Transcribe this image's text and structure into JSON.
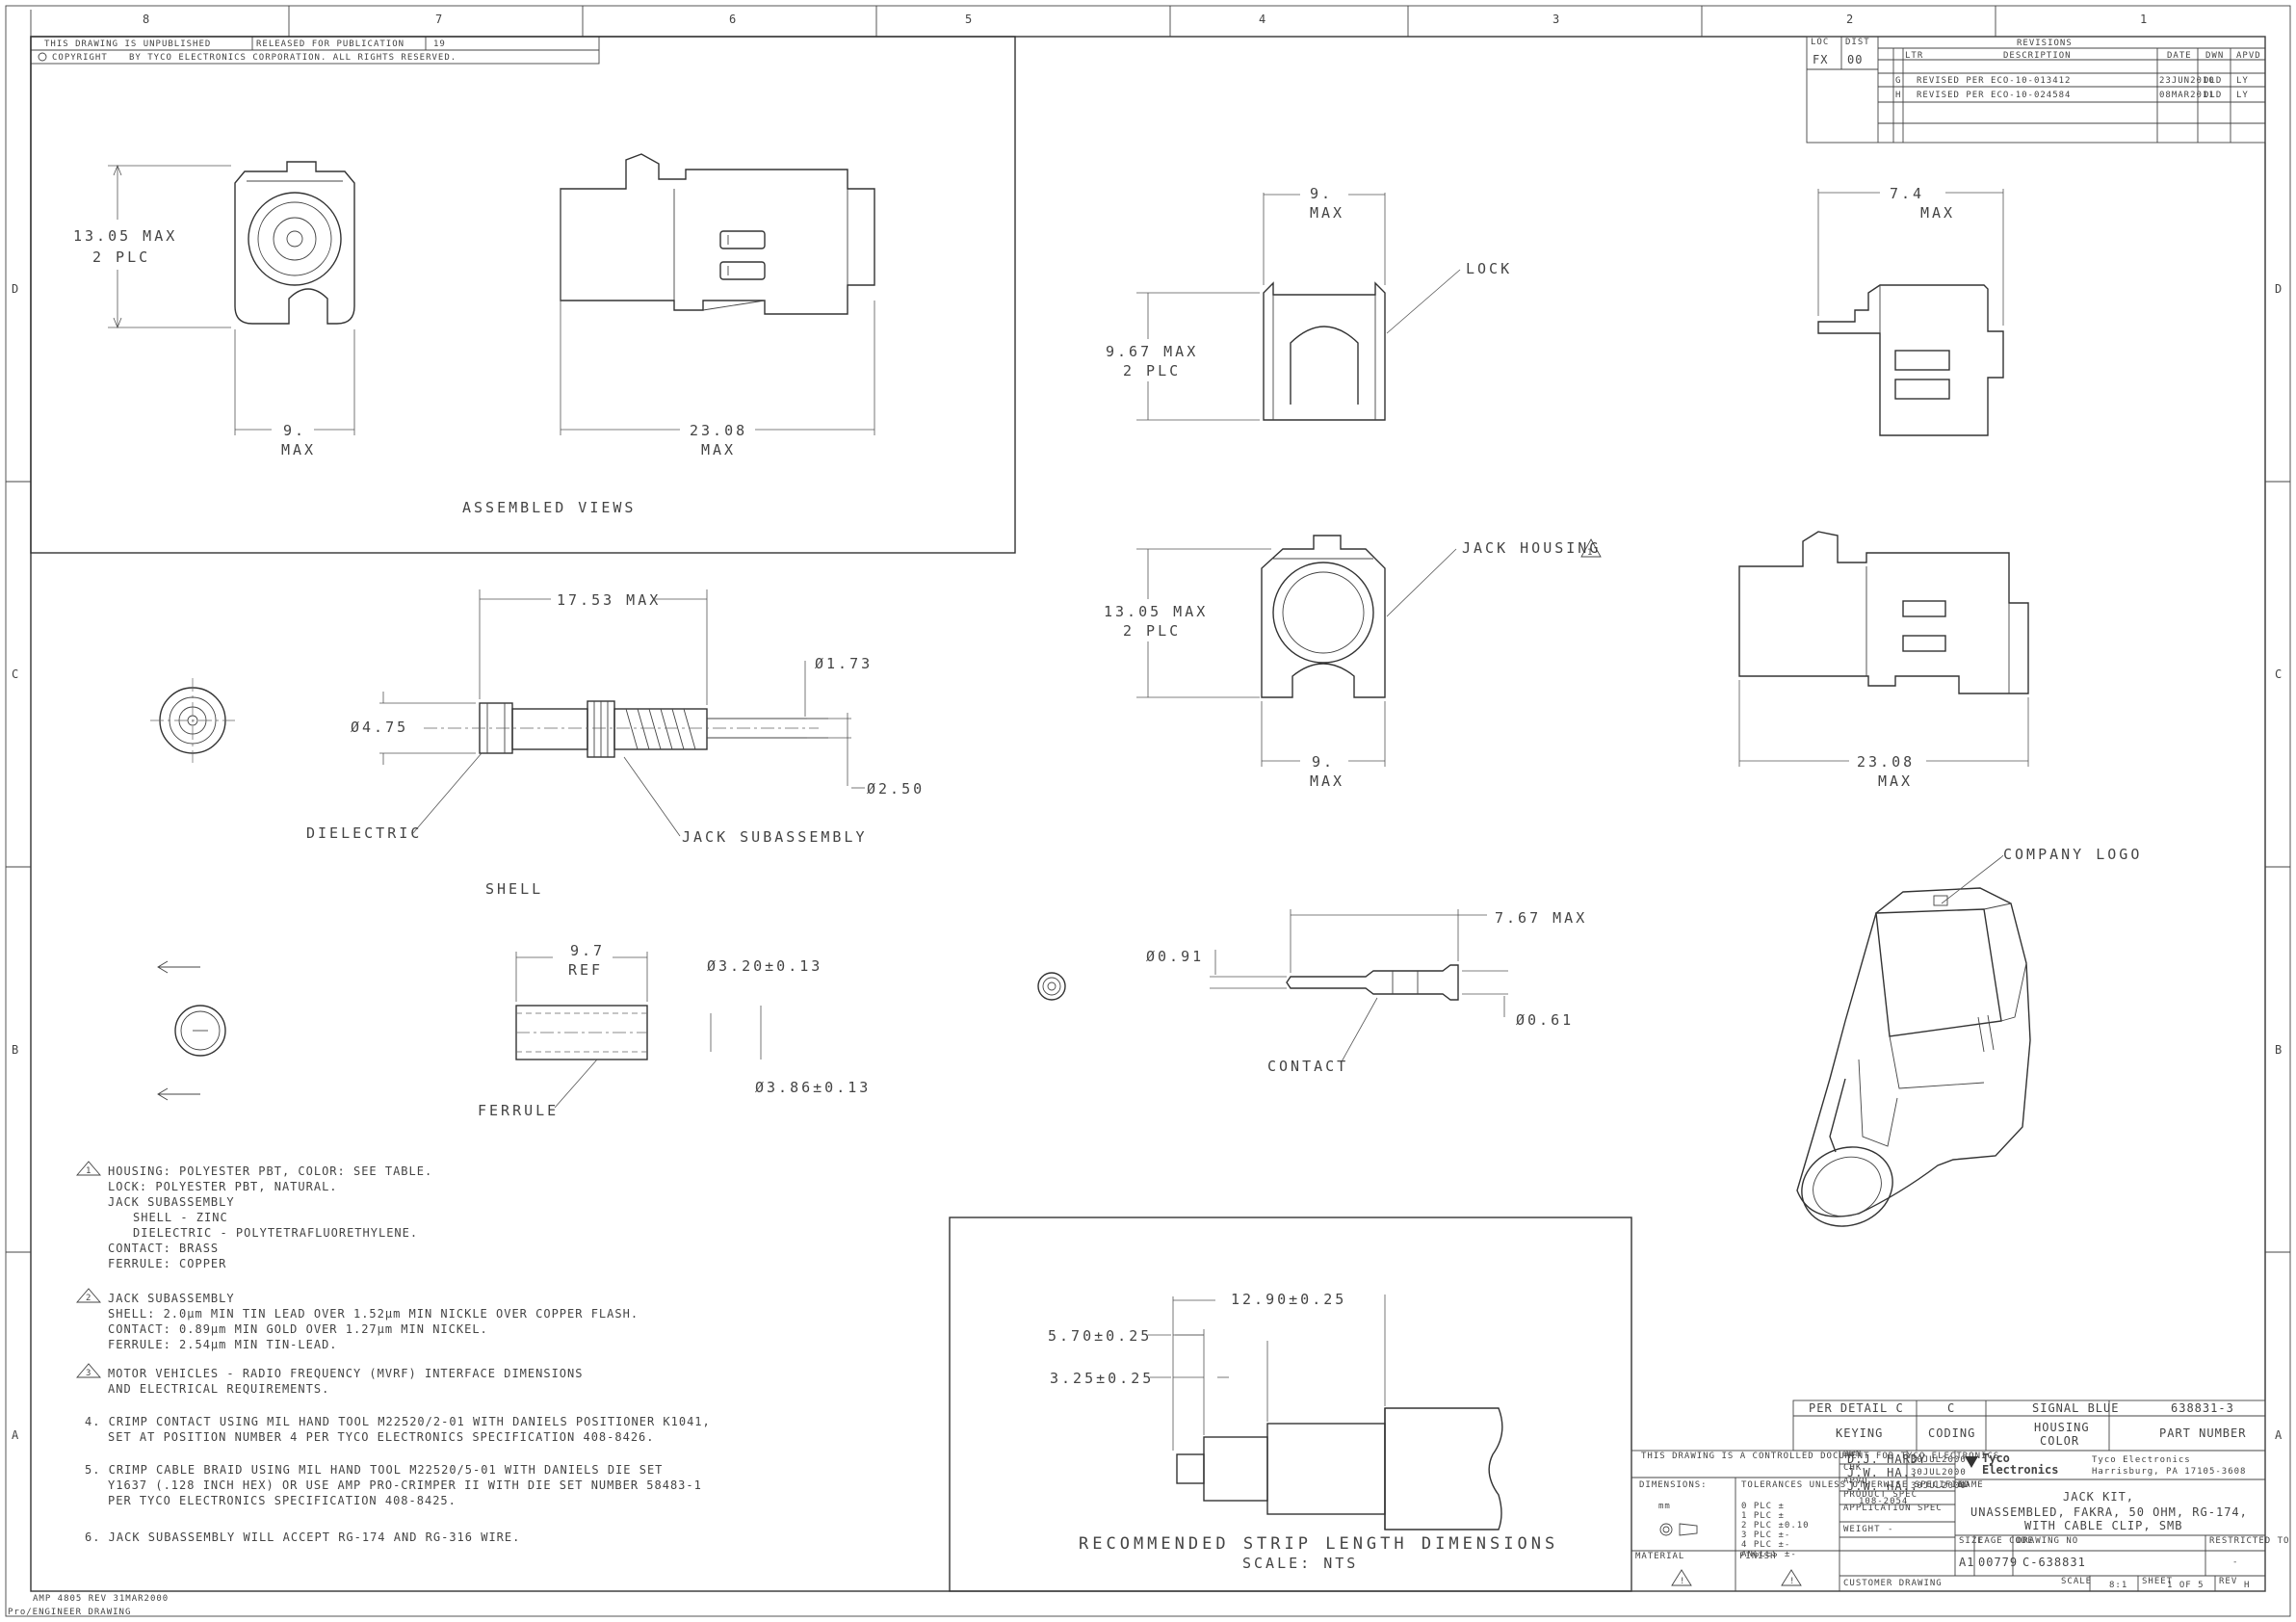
{
  "zones_top": [
    "8",
    "7",
    "6",
    "5",
    "4",
    "3",
    "2",
    "1"
  ],
  "zones_side": [
    "D",
    "C",
    "B",
    "A"
  ],
  "top_left_block": {
    "row1_a": "THIS DRAWING IS UNPUBLISHED",
    "row1_b": "RELEASED FOR PUBLICATION",
    "row1_c": "19",
    "row2_a": "COPYRIGHT",
    "row2_b": "BY TYCO ELECTRONICS CORPORATION. ALL RIGHTS RESERVED."
  },
  "revisions": {
    "title": "REVISIONS",
    "loc_label": "LOC",
    "loc_value": "FX",
    "dist_label": "DIST",
    "dist_value": "00",
    "headers": [
      "LTR",
      "DESCRIPTION",
      "DATE",
      "DWN",
      "APVD"
    ],
    "rows": [
      [
        "G",
        "REVISED PER ECO-10-013412",
        "23JUN2010",
        "DLD",
        "LY"
      ],
      [
        "H",
        "REVISED PER ECO-10-024584",
        "08MAR2011",
        "DLD",
        "LY"
      ]
    ]
  },
  "views": {
    "assembled_label": "ASSEMBLED VIEWS",
    "d1": "13.05 MAX",
    "d1b": "2 PLC",
    "d2": "9.",
    "d2b": "MAX",
    "d3": "23.08",
    "d3b": "MAX",
    "housing_w": "9.",
    "housing_wb": "MAX",
    "lock": "LOCK",
    "d_967": "9.67 MAX",
    "d_967b": "2 PLC",
    "d_74": "7.4",
    "d_74b": "MAX",
    "jack_housing": "JACK HOUSING",
    "jack_housing_note": "1",
    "d_1305": "13.05 MAX",
    "d_1305b": "2 PLC",
    "d_9b": "9.",
    "d_9bb": "MAX",
    "d_2308b": "23.08",
    "d_2308bb": "MAX",
    "d_1753": "17.53 MAX",
    "d_173": "Ø1.73",
    "d_475": "Ø4.75",
    "d_250": "Ø2.50",
    "dielectric": "DIELECTRIC",
    "jack_sub": "JACK SUBASSEMBLY",
    "shell": "SHELL",
    "d_97": "9.7",
    "d_97b": "REF",
    "d_320": "Ø3.20±0.13",
    "d_386": "Ø3.86±0.13",
    "ferrule": "FERRULE",
    "d_767": "7.67 MAX",
    "d_091": "Ø0.91",
    "d_061": "Ø0.61",
    "contact": "CONTACT",
    "company_logo": "COMPANY LOGO"
  },
  "notes": {
    "n1": [
      "HOUSING: POLYESTER PBT, COLOR: SEE TABLE.",
      "LOCK: POLYESTER PBT, NATURAL.",
      "JACK SUBASSEMBLY",
      "SHELL - ZINC",
      "DIELECTRIC - POLYTETRAFLUORETHYLENE.",
      "CONTACT: BRASS",
      "FERRULE: COPPER"
    ],
    "n1_mark": "1",
    "n2": [
      "JACK SUBASSEMBLY",
      "SHELL: 2.0μm MIN TIN LEAD OVER 1.52μm MIN NICKLE OVER COPPER FLASH.",
      "CONTACT: 0.89μm MIN GOLD OVER 1.27μm MIN NICKEL.",
      "FERRULE: 2.54μm MIN TIN-LEAD."
    ],
    "n2_mark": "2",
    "n3": [
      "MOTOR VEHICLES - RADIO FREQUENCY (MVRF) INTERFACE DIMENSIONS",
      "AND ELECTRICAL REQUIREMENTS."
    ],
    "n3_mark": "3",
    "n4": [
      "4. CRIMP CONTACT USING MIL HAND TOOL M22520/2-01 WITH DANIELS POSITIONER K1041,",
      "SET AT POSITION NUMBER 4 PER TYCO ELECTRONICS SPECIFICATION 408-8426."
    ],
    "n5": [
      "5. CRIMP CABLE BRAID USING MIL HAND TOOL M22520/5-01 WITH DANIELS DIE SET",
      "Y1637 (.128 INCH HEX) OR USE AMP PRO-CRIMPER II WITH DIE SET NUMBER 58483-1",
      "PER TYCO ELECTRONICS SPECIFICATION 408-8425."
    ],
    "n6": "6. JACK SUBASSEMBLY WILL ACCEPT RG-174 AND RG-316 WIRE."
  },
  "strip": {
    "d_1290": "12.90±0.25",
    "d_570": "5.70±0.25",
    "d_325": "3.25±0.25",
    "title": "RECOMMENDED STRIP LENGTH DIMENSIONS",
    "scale": "SCALE: NTS"
  },
  "table": {
    "per_detail": "PER DETAIL C",
    "c": "C",
    "signal_blue": "SIGNAL BLUE",
    "part": "638831-3",
    "keying": "KEYING",
    "coding": "CODING",
    "housing_color": "HOUSING",
    "housing_color2": "COLOR",
    "part_number": "PART NUMBER"
  },
  "title_block": {
    "dwn_label": "DWN",
    "dwn_name": "D.J. HARDY",
    "dwn_date": "30JUL2000",
    "chk_label": "CHK",
    "chk_name": "J.W. HA..",
    "chk_date": "30JUL2000",
    "appd_label": "APVD",
    "appd_name": "J.W. HA..",
    "appd_date": "30JUL2000",
    "product_spec": "PRODUCT SPEC",
    "product_spec_val": "108-2054",
    "app_spec": "APPLICATION SPEC",
    "weight": "WEIGHT",
    "weight_val": "-",
    "dimensions": "DIMENSIONS:",
    "dim_units": "mm",
    "tolerances": "TOLERANCES UNLESS OTHERWISE SPECIFIED",
    "tol_rows": [
      "0 PLC  ±",
      "1 PLC  ±",
      "2 PLC  ±0.10",
      "3 PLC  ±-",
      "4 PLC  ±-",
      "ANGLES ±-"
    ],
    "material": "MATERIAL",
    "finish": "FINISH",
    "company": "Tyco",
    "company2": "Electronics",
    "company_sub": "Tyco Electronics",
    "company_addr": "Harrisburg, PA 17105-3608",
    "name_label": "NAME",
    "name_l1": "JACK KIT,",
    "name_l2": "UNASSEMBLED, FAKRA, 50 OHM, RG-174,",
    "name_l3": "WITH CABLE CLIP, SMB",
    "size_label": "SIZE",
    "size_val": "A1",
    "cage_label": "CAGE CODE",
    "cage_val": "00779",
    "dwg_label": "DRAWING NO",
    "dwg_val": "C-638831",
    "rest_label": "RESTRICTED TO",
    "rest_val": "-",
    "scale_label": "SCALE",
    "scale_val": "8:1",
    "sheet_label": "SHEET",
    "sheet_val": "1 OF 5",
    "rev_label": "REV",
    "rev_val": "H",
    "customer": "CUSTOMER DRAWING",
    "note_small": "THIS DRAWING IS A CONTROLLED DOCUMENT FOR TYCO ELECTRONICS",
    "sig_mark": "!"
  },
  "footer": {
    "l1": "AMP 4805 REV 31MAR2000",
    "l2": "Pro/ENGINEER DRAWING"
  }
}
